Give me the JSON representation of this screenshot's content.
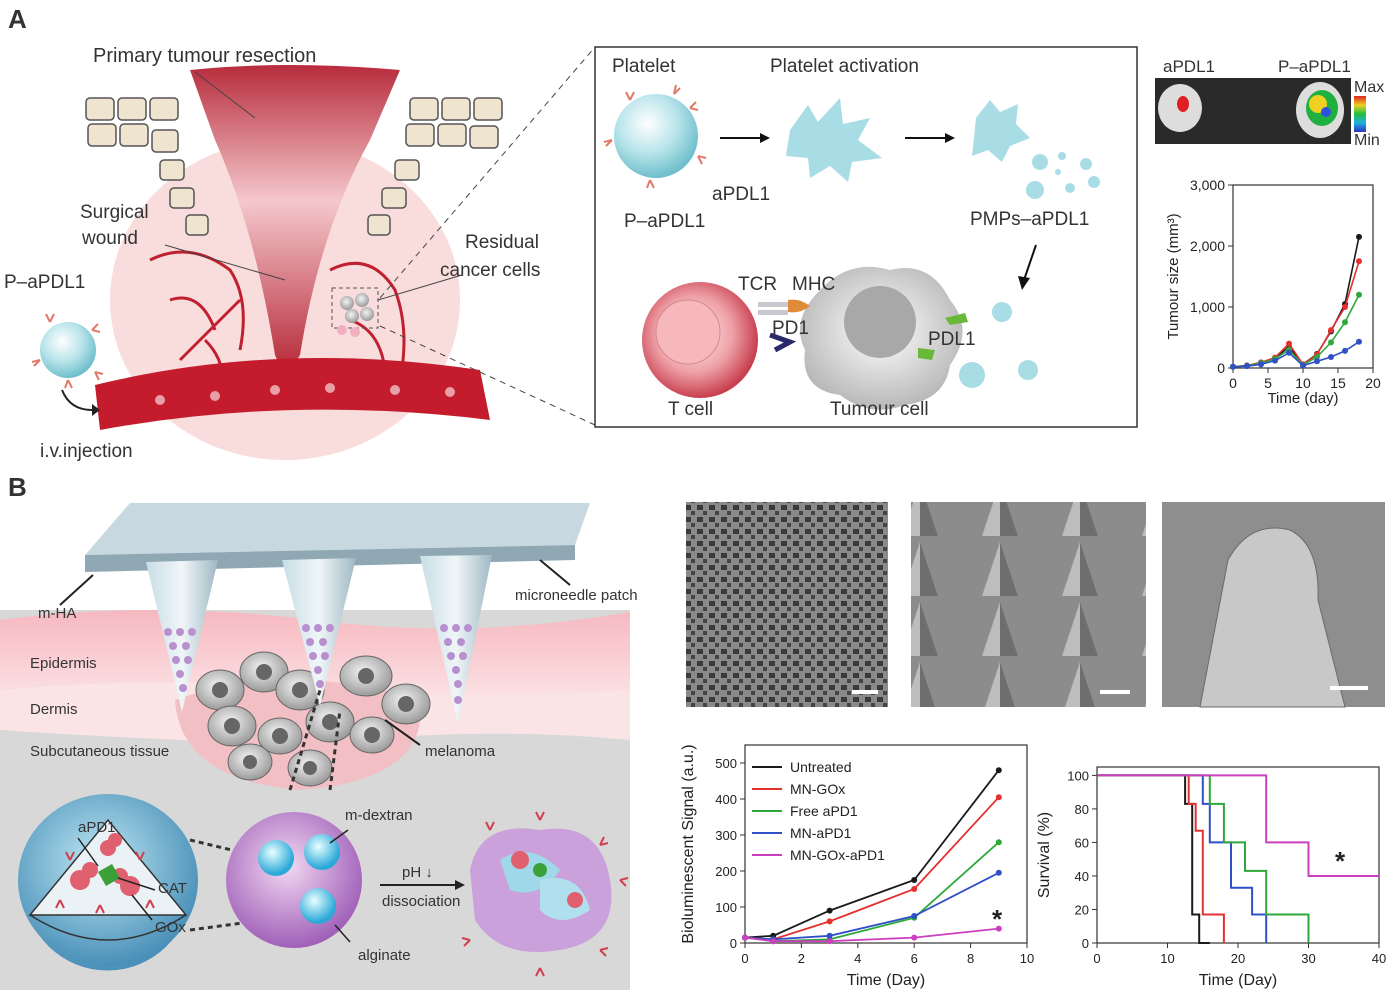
{
  "panelA": {
    "label": "A",
    "resection": "Primary tumour resection",
    "surgical": "Surgical",
    "wound": "wound",
    "residual": "Residual",
    "cancer_cells": "cancer cells",
    "p_apdl1": "P–aPDL1",
    "injection": "i.v.injection",
    "inset": {
      "platelet": "Platelet",
      "activation": "Platelet activation",
      "apdl1": "aPDL1",
      "p_apdl1": "P–aPDL1",
      "pmps": "PMPs–aPDL1",
      "tcr": "TCR",
      "mhc": "MHC",
      "pd1": "PD1",
      "pdl1": "PDL1",
      "tcell": "T cell",
      "tumourcell": "Tumour cell"
    },
    "imaging": {
      "left": "aPDL1",
      "right": "P–aPDL1",
      "max": "Max",
      "min": "Min"
    }
  },
  "panelB": {
    "label": "B",
    "mha": "m-HA",
    "patch": "microneedle patch",
    "epidermis": "Epidermis",
    "dermis": "Dermis",
    "subcut": "Subcutaneous tissue",
    "melanoma": "melanoma",
    "apd1": "aPD1",
    "cat": "CAT",
    "gox": "GOx",
    "mdextran": "m-dextran",
    "ph": "pH ↓",
    "dissociation": "dissociation",
    "alginate": "alginate"
  },
  "chart_data": [
    {
      "type": "line",
      "xlabel": "Time (day)",
      "ylabel": "Tumour size (mm³)",
      "xlim": [
        0,
        20
      ],
      "ylim": [
        0,
        3000
      ],
      "xticks": [
        "0",
        "5",
        "10",
        "15",
        "20"
      ],
      "yticks": [
        "0",
        "1,000",
        "2,000",
        "3,000"
      ],
      "x": [
        0,
        2,
        4,
        6,
        8,
        10,
        12,
        14,
        16,
        18
      ],
      "series": [
        {
          "color": "#1a1a1a",
          "values": [
            20,
            40,
            90,
            160,
            350,
            60,
            230,
            600,
            1050,
            2150
          ]
        },
        {
          "color": "#e53030",
          "values": [
            20,
            40,
            90,
            170,
            400,
            60,
            220,
            620,
            1000,
            1750
          ]
        },
        {
          "color": "#2ea83a",
          "values": [
            20,
            35,
            80,
            150,
            300,
            50,
            180,
            420,
            750,
            1200
          ]
        },
        {
          "color": "#3050c8",
          "values": [
            20,
            30,
            60,
            120,
            250,
            40,
            110,
            180,
            280,
            430
          ]
        }
      ]
    },
    {
      "type": "line",
      "xlabel": "Time (Day)",
      "ylabel": "Bioluminescent Signal (a.u.)",
      "xlim": [
        0,
        10
      ],
      "ylim": [
        0,
        550
      ],
      "xticks": [
        "0",
        "2",
        "4",
        "6",
        "8",
        "10"
      ],
      "yticks": [
        "0",
        "100",
        "200",
        "300",
        "400",
        "500"
      ],
      "x": [
        0,
        1,
        3,
        6,
        9
      ],
      "annotation": "*",
      "series": [
        {
          "name": "Untreated",
          "color": "#1a1a1a",
          "values": [
            15,
            20,
            90,
            175,
            480
          ]
        },
        {
          "name": "MN-GOx",
          "color": "#e53030",
          "values": [
            15,
            10,
            60,
            150,
            405
          ]
        },
        {
          "name": "Free aPD1",
          "color": "#2ea83a",
          "values": [
            15,
            5,
            10,
            70,
            280
          ]
        },
        {
          "name": "MN-aPD1",
          "color": "#3050c8",
          "values": [
            15,
            10,
            20,
            75,
            195
          ]
        },
        {
          "name": "MN-GOx-aPD1",
          "color": "#cc40c0",
          "values": [
            15,
            5,
            5,
            15,
            40
          ]
        }
      ]
    },
    {
      "type": "line",
      "xlabel": "Time (Day)",
      "ylabel": "Survival (%)",
      "xlim": [
        0,
        40
      ],
      "ylim": [
        0,
        105
      ],
      "xticks": [
        "0",
        "10",
        "20",
        "30",
        "40"
      ],
      "yticks": [
        "0",
        "20",
        "40",
        "60",
        "80",
        "100"
      ],
      "annotation": "*",
      "series": [
        {
          "color": "#1a1a1a",
          "x": [
            0,
            12.5,
            12.5,
            13.5,
            13.5,
            14.5,
            14.5,
            16,
            16
          ],
          "values": [
            100,
            100,
            83,
            83,
            17,
            17,
            0,
            0,
            0
          ]
        },
        {
          "color": "#e53030",
          "x": [
            0,
            13,
            13,
            14,
            14,
            15,
            15,
            18,
            18
          ],
          "values": [
            100,
            100,
            83,
            83,
            67,
            67,
            17,
            17,
            0
          ]
        },
        {
          "color": "#3050c8",
          "x": [
            0,
            15,
            15,
            16,
            16,
            19,
            19,
            22,
            22,
            24,
            24
          ],
          "values": [
            100,
            100,
            83,
            83,
            60,
            60,
            33,
            33,
            17,
            17,
            0
          ]
        },
        {
          "color": "#2ea83a",
          "x": [
            0,
            16,
            16,
            18,
            18,
            21,
            21,
            24,
            24,
            30,
            30
          ],
          "values": [
            100,
            100,
            83,
            83,
            60,
            60,
            43,
            43,
            17,
            17,
            0
          ]
        },
        {
          "color": "#cc40c0",
          "x": [
            0,
            24,
            24,
            30,
            30,
            40
          ],
          "values": [
            100,
            100,
            60,
            60,
            40,
            40
          ]
        }
      ]
    }
  ]
}
